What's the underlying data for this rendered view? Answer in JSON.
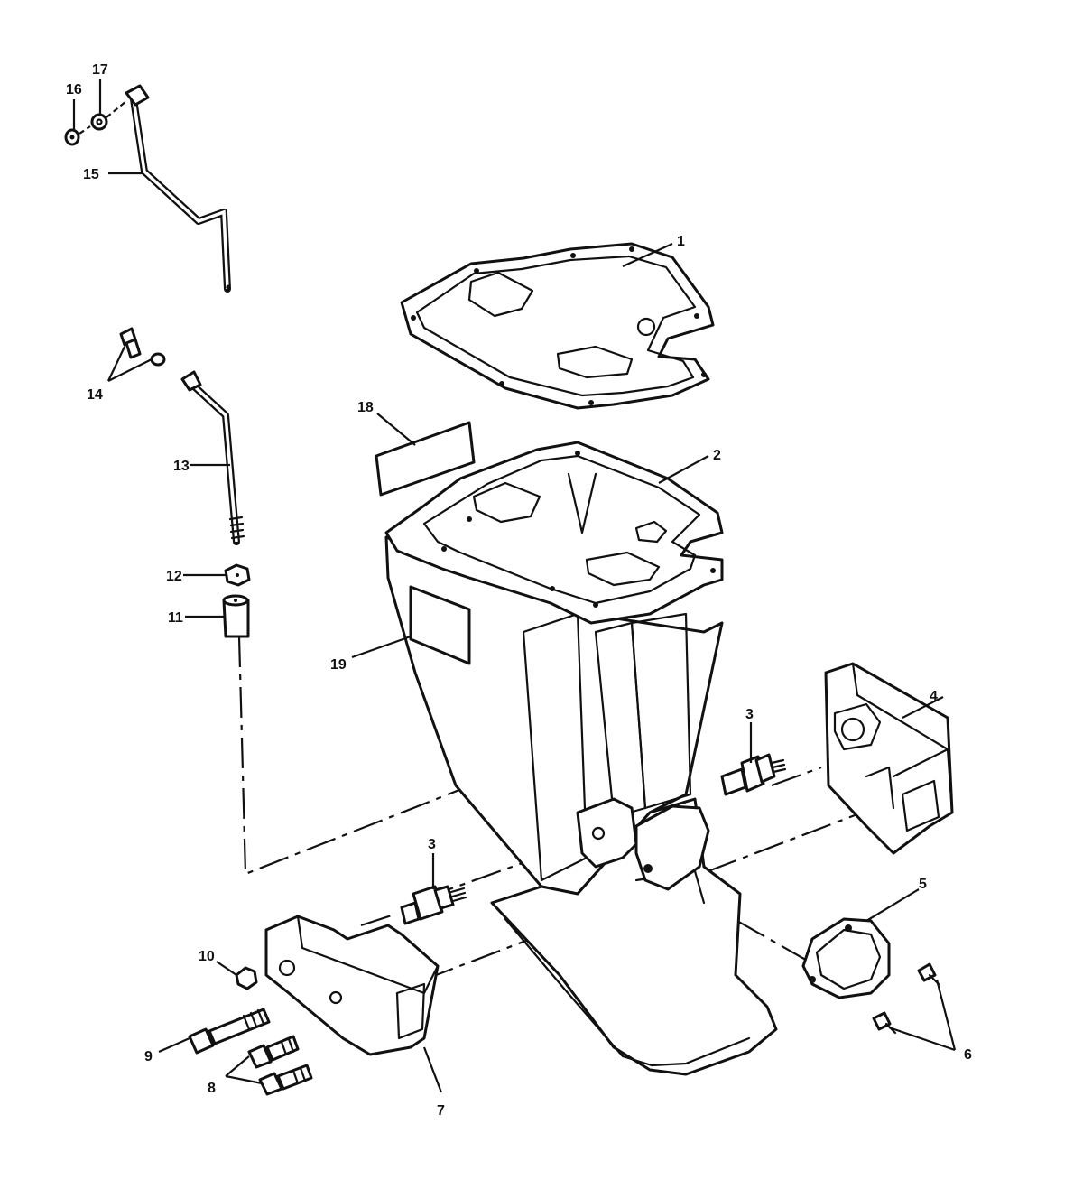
{
  "colors": {
    "line": "#111111",
    "paper": "#ffffff"
  },
  "callouts": {
    "c1": "1",
    "c2": "2",
    "c3a": "3",
    "c3b": "3",
    "c4": "4",
    "c5": "5",
    "c6": "6",
    "c7": "7",
    "c8": "8",
    "c9": "9",
    "c10": "10",
    "c11": "11",
    "c12": "12",
    "c13": "13",
    "c14": "14",
    "c15": "15",
    "c16": "16",
    "c17": "17",
    "c18": "18",
    "c19": "19"
  }
}
